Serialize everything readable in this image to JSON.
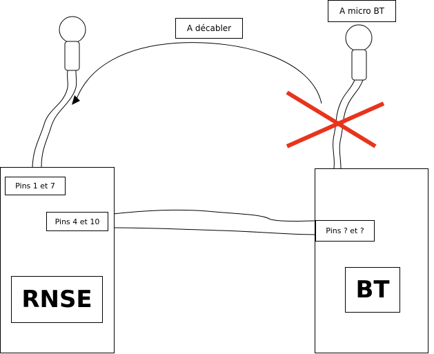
{
  "labels": {
    "a_decabler": "A décabler",
    "a_micro_bt": "A micro BT",
    "pins_1_7": "Pins 1 et 7",
    "pins_4_10": "Pins 4 et 10",
    "pins_unknown": "Pins ? et ?",
    "rnse": "RNSE",
    "bt": "BT"
  },
  "colors": {
    "line": "#000000",
    "cross": "#e8341c"
  }
}
